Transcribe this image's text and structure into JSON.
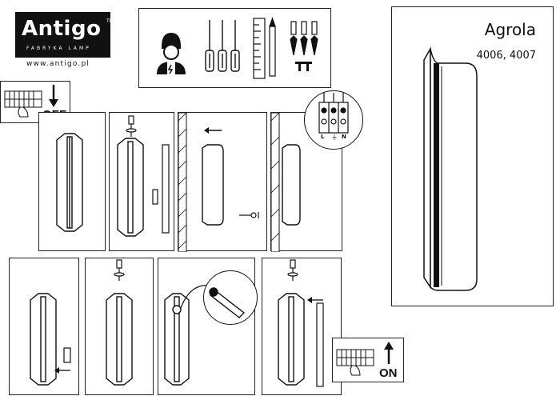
{
  "brand": {
    "name": "Antigo",
    "trademark": "TM",
    "subtitle": "FABRYKA LAMP",
    "url": "www.antigo.pl"
  },
  "product": {
    "name": "Agrola",
    "codes": "4006, 4007"
  },
  "steps": {
    "power_off_label": "OFF",
    "power_on_label": "ON",
    "terminal_labels": [
      "L",
      "N"
    ]
  }
}
